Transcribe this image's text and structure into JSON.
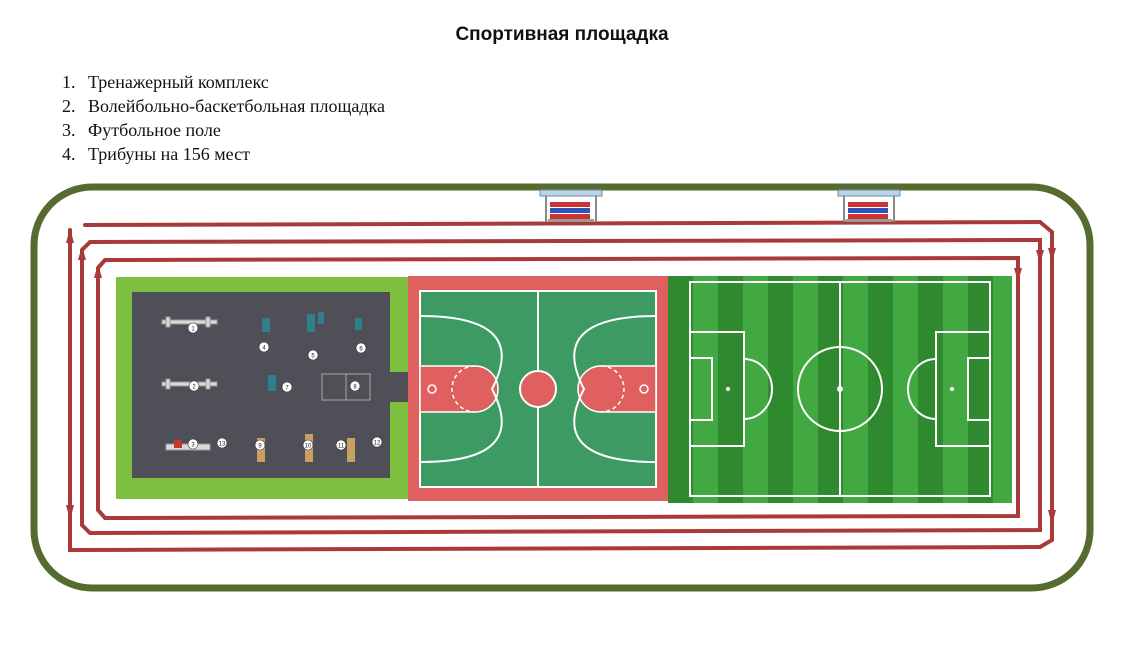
{
  "title": "Спортивная площадка",
  "legend": [
    {
      "num": "1.",
      "text": "Тренажерный комплекс"
    },
    {
      "num": "2.",
      "text": "Волейбольно-баскетбольная площадка"
    },
    {
      "num": "3.",
      "text": "Футбольное поле"
    },
    {
      "num": "4.",
      "text": "Трибуны на 156 мест"
    }
  ],
  "gym": {
    "equipment_labels": [
      "1",
      "2",
      "3",
      "4",
      "5",
      "6",
      "7",
      "8",
      "9",
      "10",
      "11",
      "12",
      "13"
    ]
  },
  "colors": {
    "boundary": "#556b2f",
    "track": "#a93a3a",
    "grass": "#7fbf3f",
    "asphalt": "#4f4f57",
    "court_outer": "#e06060",
    "court_inner": "#3d9a63",
    "football_dark": "#2f8a2f",
    "football_light": "#3ea43e"
  }
}
